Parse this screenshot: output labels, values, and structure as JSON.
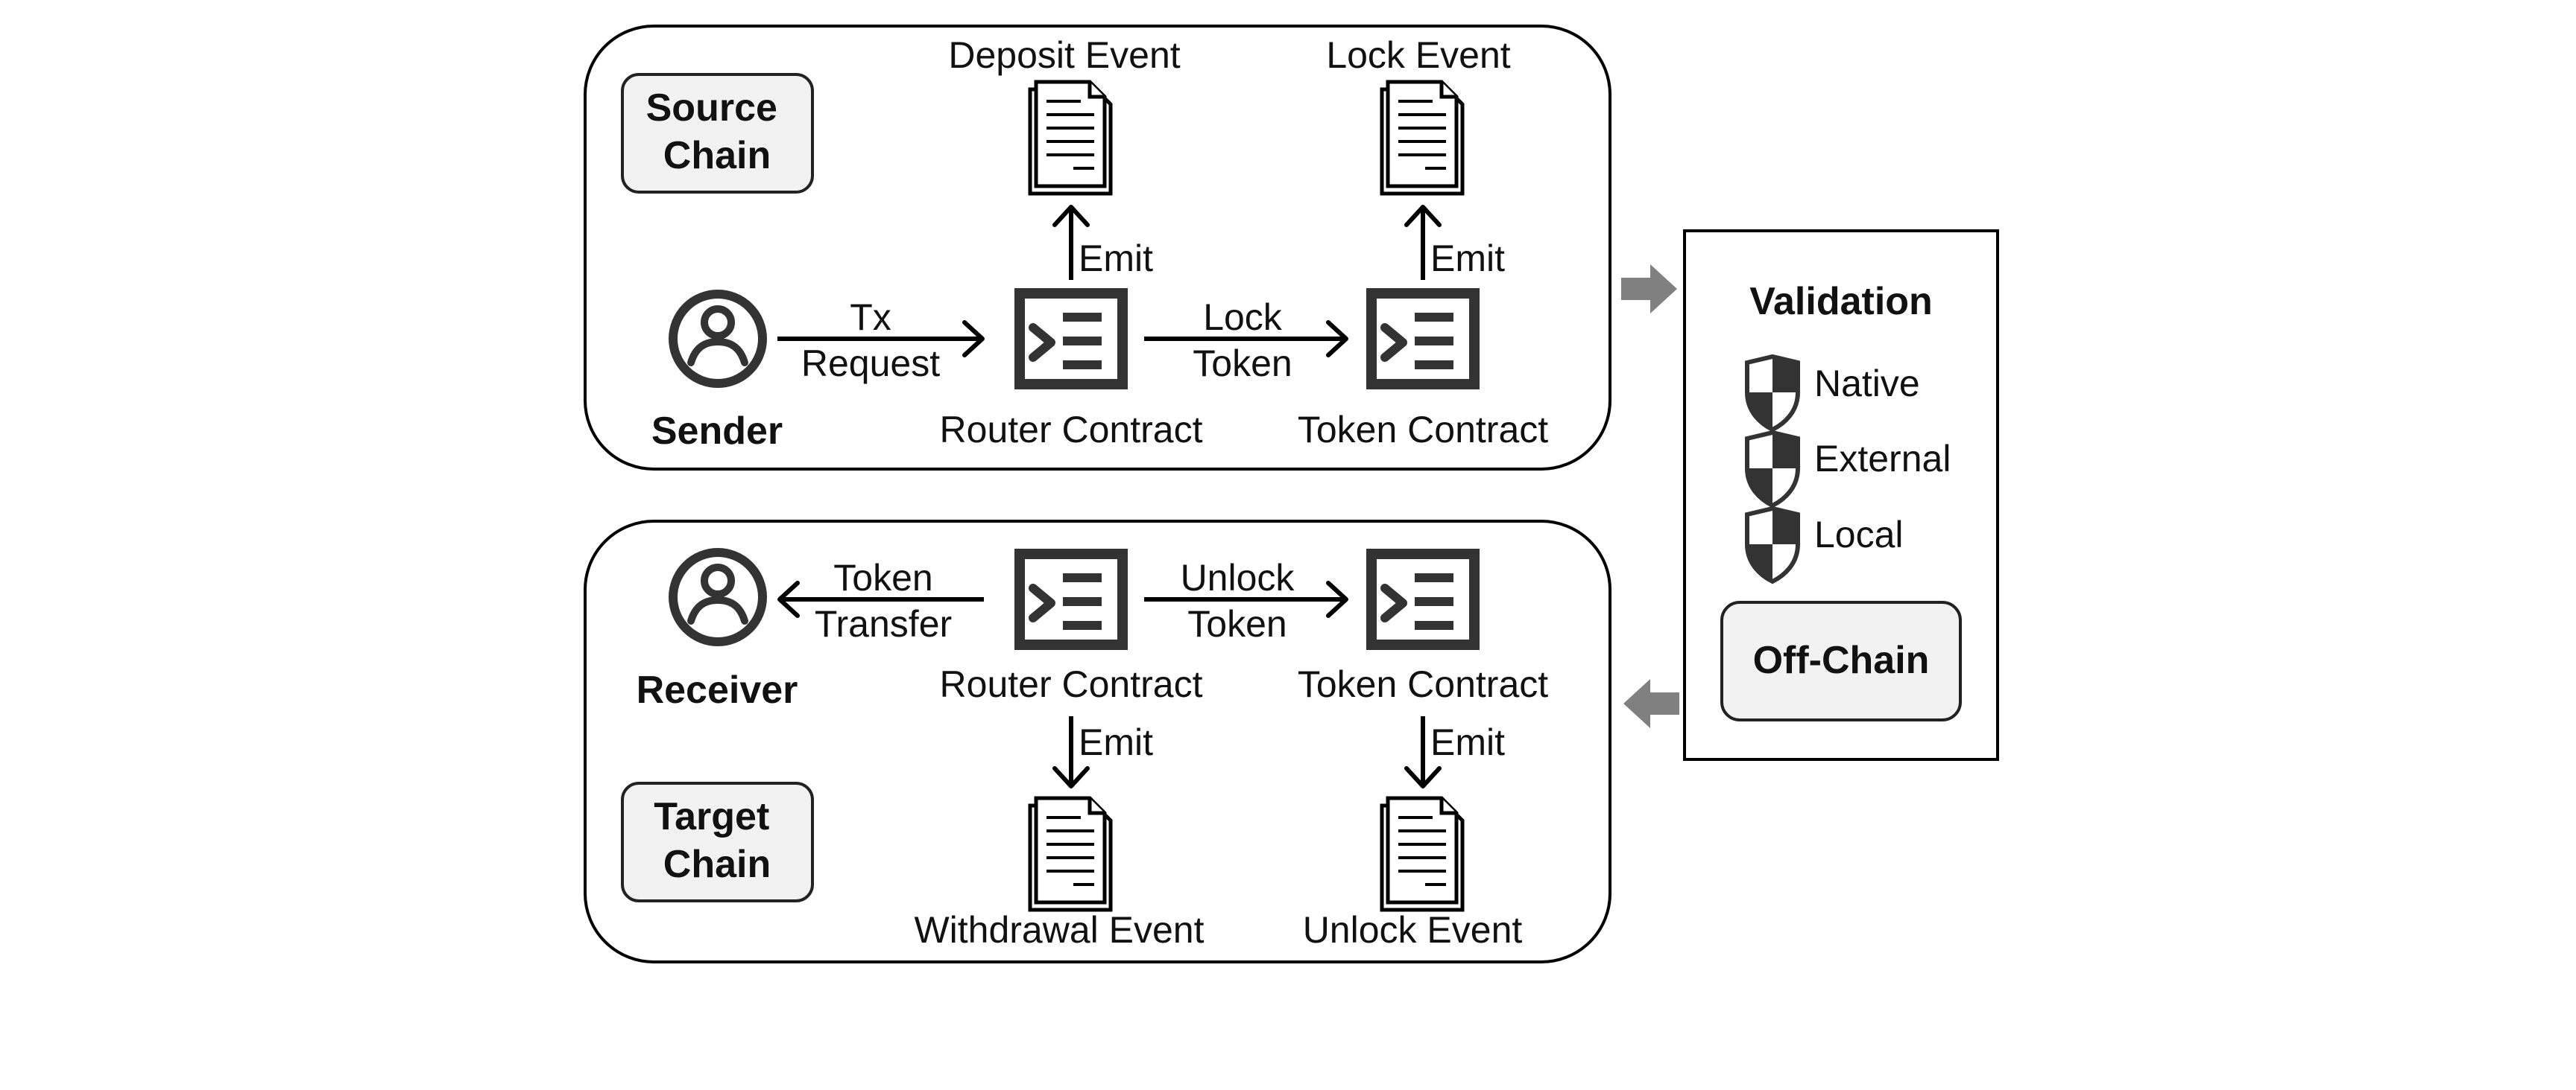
{
  "source_chain": {
    "title": "Source\nChain",
    "sender": "Sender",
    "router": "Router Contract",
    "token": "Token Contract",
    "deposit_event": "Deposit Event",
    "lock_event": "Lock Event",
    "emit_label": "Emit",
    "tx_request_top": "Tx",
    "tx_request_bottom": "Request",
    "lock_token_top": "Lock",
    "lock_token_bottom": "Token"
  },
  "target_chain": {
    "title": "Target\nChain",
    "receiver": "Receiver",
    "router": "Router Contract",
    "token": "Token Contract",
    "withdrawal_event": "Withdrawal Event",
    "unlock_event": "Unlock Event",
    "emit_label": "Emit",
    "token_transfer_top": "Token",
    "token_transfer_bottom": "Transfer",
    "unlock_token_top": "Unlock",
    "unlock_token_bottom": "Token"
  },
  "validation": {
    "title": "Validation",
    "items": [
      "Native",
      "External",
      "Local"
    ],
    "offchain": "Off-Chain"
  },
  "icons": {
    "person": "person-icon",
    "contract": "contract-icon",
    "document": "document-icon",
    "shield": "shield-icon"
  },
  "colors": {
    "stroke": "#000000",
    "icon_dark": "#333333",
    "tag_fill": "#f2f2f2",
    "arrow_gray": "#808080"
  }
}
